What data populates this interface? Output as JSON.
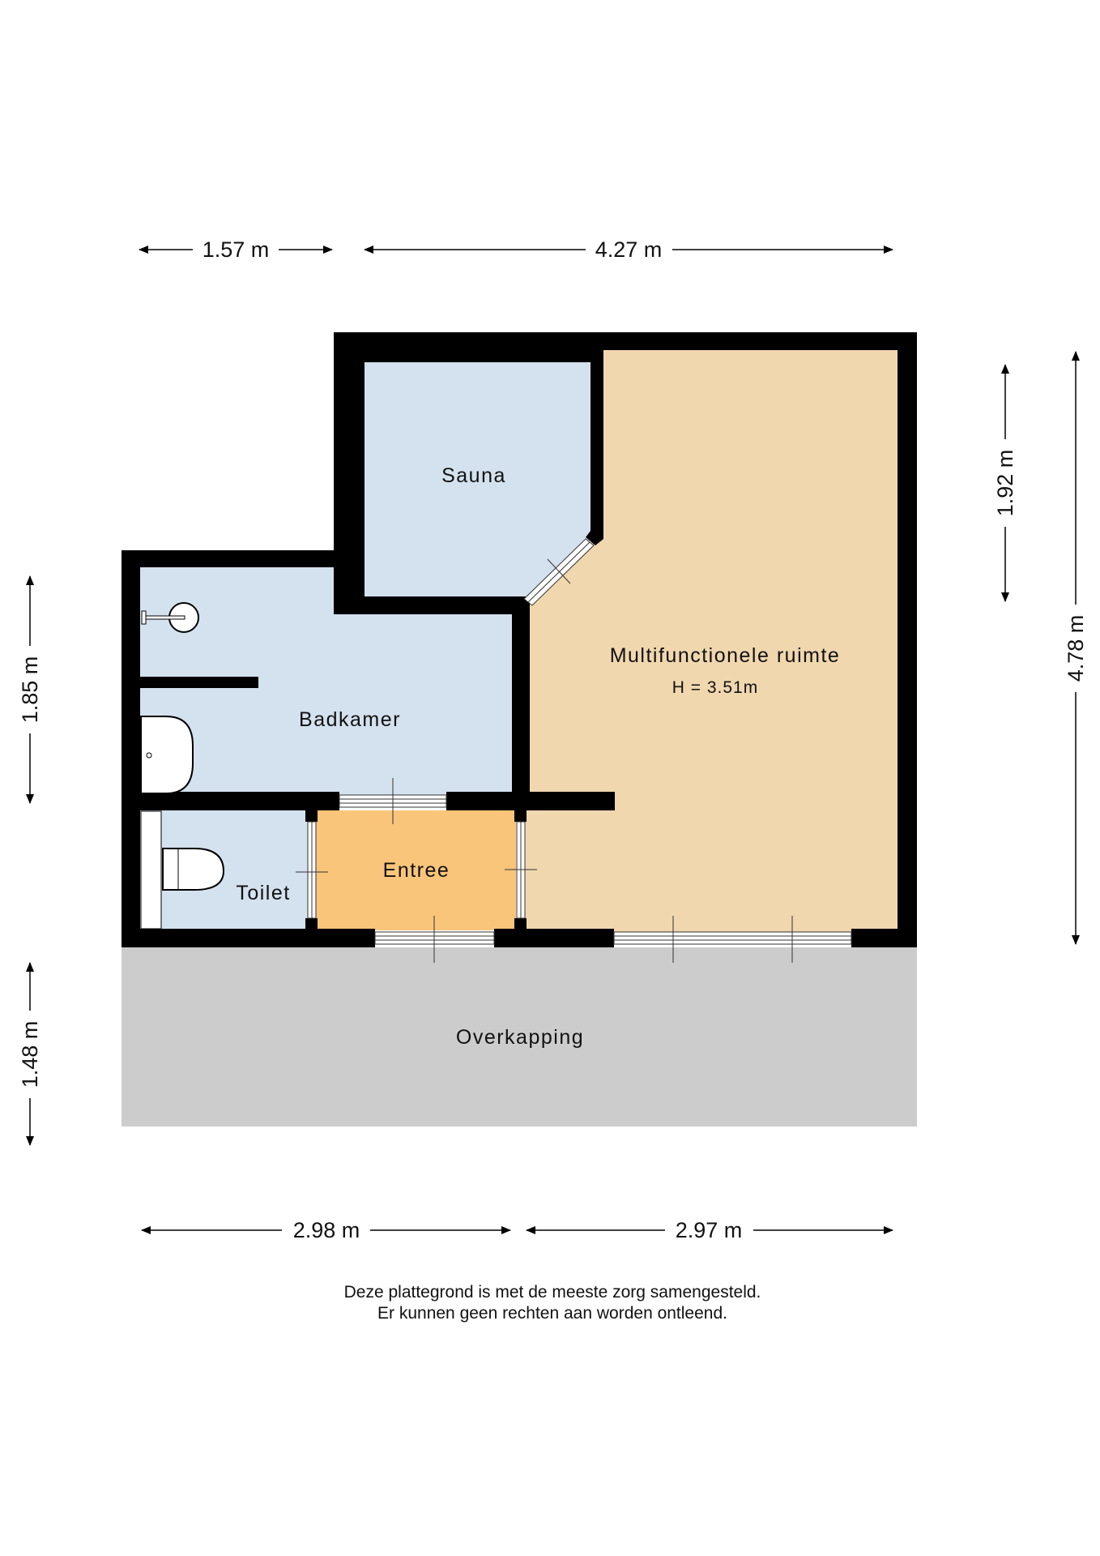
{
  "rooms": {
    "sauna": "Sauna",
    "badkamer": "Badkamer",
    "multi": "Multifunctionele ruimte",
    "multi_height": "H = 3.51m",
    "entree": "Entree",
    "toilet": "Toilet",
    "overkapping": "Overkapping"
  },
  "dimensions": {
    "top_left": "1.57 m",
    "top_right": "4.27 m",
    "bottom_left": "2.98 m",
    "bottom_right": "2.97 m",
    "right_inner": "1.92 m",
    "right_outer": "4.78 m",
    "left_upper": "1.85 m",
    "left_lower": "1.48 m"
  },
  "footer": {
    "line1": "Deze plattegrond is met de meeste zorg samengesteld.",
    "line2": "Er kunnen geen rechten aan worden ontleend."
  },
  "colors": {
    "blue_room": "#d4e1ee",
    "multi_room": "#f0d7ae",
    "entree": "#f9c57a",
    "overkapping": "#cccccc",
    "wall": "#000000"
  }
}
